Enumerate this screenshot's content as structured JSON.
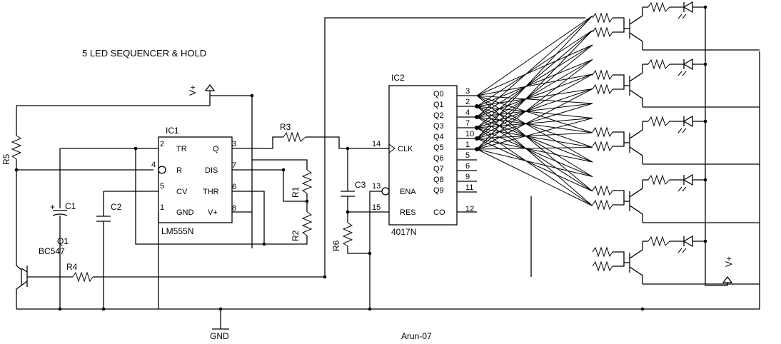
{
  "title": "5 LED SEQUENCER & HOLD",
  "author": "Arun-07",
  "supply_label": "V+",
  "ground_label": "GND",
  "ic1": {
    "ref": "IC1",
    "part": "LM555N",
    "pins_left": [
      {
        "num": "2",
        "name": "TR"
      },
      {
        "num": "4",
        "name": "R"
      },
      {
        "num": "5",
        "name": "CV"
      },
      {
        "num": "1",
        "name": "GND"
      }
    ],
    "pins_right": [
      {
        "num": "3",
        "name": "Q"
      },
      {
        "num": "7",
        "name": "DIS"
      },
      {
        "num": "6",
        "name": "THR"
      },
      {
        "num": "8",
        "name": "V+"
      }
    ]
  },
  "ic2": {
    "ref": "IC2",
    "part": "4017N",
    "pins_left": [
      {
        "num": "14",
        "name": "CLK"
      },
      {
        "num": "13",
        "name": "ENA"
      },
      {
        "num": "15",
        "name": "RES"
      }
    ],
    "pins_right": [
      {
        "num": "3",
        "name": "Q0"
      },
      {
        "num": "2",
        "name": "Q1"
      },
      {
        "num": "4",
        "name": "Q2"
      },
      {
        "num": "7",
        "name": "Q3"
      },
      {
        "num": "10",
        "name": "Q4"
      },
      {
        "num": "1",
        "name": "Q5"
      },
      {
        "num": "5",
        "name": "Q6"
      },
      {
        "num": "6",
        "name": "Q7"
      },
      {
        "num": "9",
        "name": "Q8"
      },
      {
        "num": "11",
        "name": "Q9"
      },
      {
        "num": "12",
        "name": "CO"
      }
    ]
  },
  "components": {
    "r1": "R1",
    "r2": "R2",
    "r3": "R3",
    "r4": "R4",
    "r5": "R5",
    "r6": "R6",
    "c1": "C1",
    "c2": "C2",
    "c3": "C3",
    "q1": "Q1",
    "q1_part": "BC547",
    "c1_polarity": "+"
  }
}
